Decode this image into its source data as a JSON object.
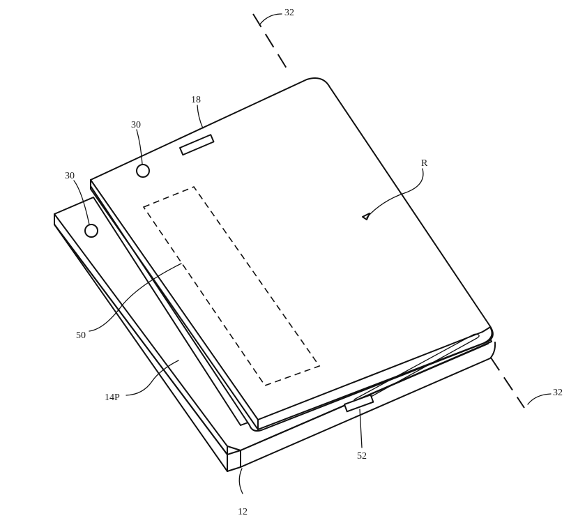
{
  "labels": {
    "axis_top": "32",
    "axis_bottom": "32",
    "component_18": "18",
    "sensor_30_upper": "30",
    "sensor_30_lower": "30",
    "region_r": "R",
    "region_50": "50",
    "housing_14p": "14P",
    "port_52": "52",
    "device_12": "12"
  }
}
